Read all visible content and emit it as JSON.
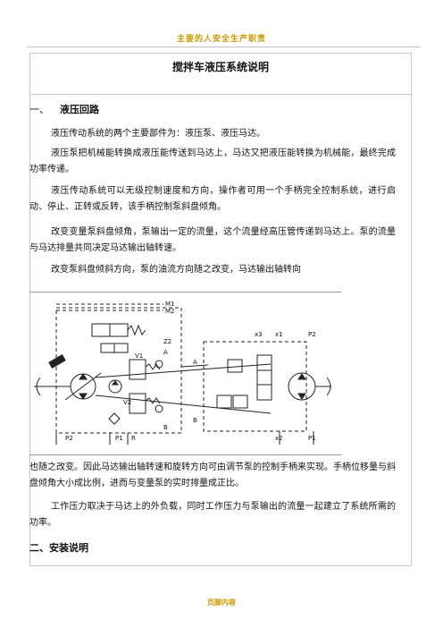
{
  "header": {
    "banner": "主要的人安全生产职责"
  },
  "title": "搅拌车液压系统说明",
  "section1": {
    "number": "一、",
    "heading": "液压回路"
  },
  "paragraphs": [
    "液压传动系统的两个主要部件为：液压泵、液压马达。",
    "液压泵把机械能转换成液压能传送到马达上，马达又把液压能转换为机械能，最终完成功率传递。",
    "液压传动系统可以无级控制速度和方向，操作者可用一个手柄完全控制系统，进行启动、停止、正转或反转，该手柄控制泵斜盘倾角。",
    "改变变量泵斜盘倾角，泵输出一定的流量，这个流量经高压管传递到马达上。泵的流量与马达排量共同决定马达输出轴转速。",
    "改变泵斜盘倾斜方向，泵的油流方向随之改变，马达输出轴转向"
  ],
  "paragraphs_after": [
    "也随之改变。因此马达输出轴转速和旋转方向可由调节泵的控制手柄来实现。手柄位移量与斜盘倾角大小成比例，进而与变量泵的实时排量成正比。",
    "工作压力取决于马达上的外负载，同时工作压力与泵输出的流量一起建立了系统所需的功率。"
  ],
  "section2": {
    "heading": "二、安装说明"
  },
  "diagram": {
    "labels": {
      "m1": "M1",
      "m2": "M2",
      "z2": "Z2",
      "a_left": "A",
      "b_left": "B",
      "a_mid": "A",
      "b_mid": "B",
      "v1": "V1",
      "v2": "V2",
      "x3": "x3",
      "x1": "x1",
      "x2": "x2",
      "p2_right": "P2",
      "p1_right": "P1",
      "p2_bottom": "P2",
      "p1_bottom": "P1",
      "r_bottom": "R"
    }
  },
  "footer": {
    "text": "页脚内容"
  }
}
